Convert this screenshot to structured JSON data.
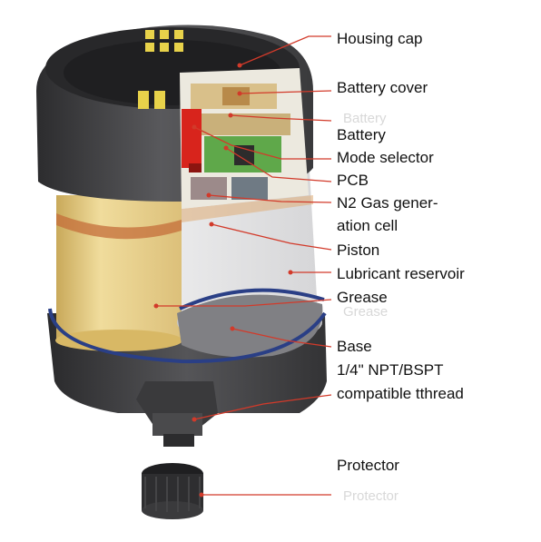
{
  "labels": {
    "housing_cap": "Housing cap",
    "battery_cover": "Battery cover",
    "battery": "Battery",
    "mode_selector": "Mode selector",
    "pcb": "PCB",
    "n2_line1": "N2 Gas gener-",
    "n2_line2": "ation cell",
    "piston": "Piston",
    "lubricant_reservoir": "Lubricant reservoir",
    "grease": "Grease",
    "base": "Base",
    "thread_line1": "1/4\" NPT/BSPT",
    "thread_line2": "compatible tthread",
    "protector": "Protector"
  },
  "colors": {
    "leader_line": "#d23a2a",
    "housing_dark": "#3d3d3f",
    "grease_yellow": "#e8cf86",
    "pcb_green": "#5fa84a",
    "selector_red": "#d8241c",
    "seal_blue": "#2a3f86"
  }
}
